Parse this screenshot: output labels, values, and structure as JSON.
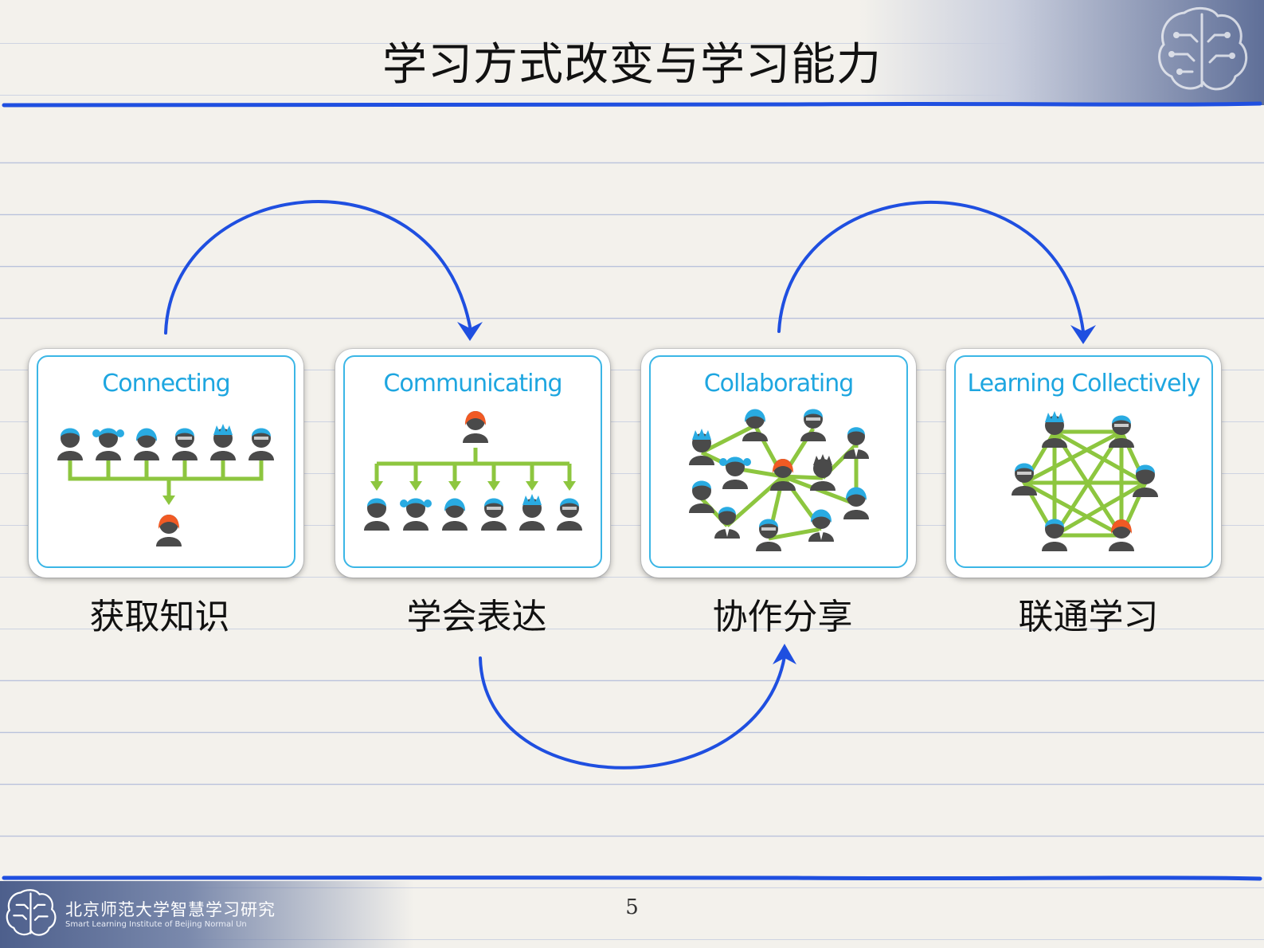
{
  "title": "学习方式改变与学习能力",
  "cards": [
    {
      "heading": "Connecting",
      "caption": "获取知识"
    },
    {
      "heading": "Communicating",
      "caption": "学会表达"
    },
    {
      "heading": "Collaborating",
      "caption": "协作分享"
    },
    {
      "heading": "Learning Collectively",
      "caption": "联通学习"
    }
  ],
  "footer": {
    "institution": "北京师范大学智慧学习研究",
    "institution_en": "Smart  Learning  Institute of Beijing Normal Un"
  },
  "page_number": "5",
  "colors": {
    "accent_blue": "#1f4fe0",
    "card_title": "#1ea6e0",
    "connector_green": "#8dc63f",
    "person_dark": "#4a4a4a",
    "hair_blue": "#29abe2",
    "hair_orange": "#f15a24"
  },
  "icons": [
    "brain-circuit-logo",
    "person-icon",
    "curved-arrow"
  ]
}
